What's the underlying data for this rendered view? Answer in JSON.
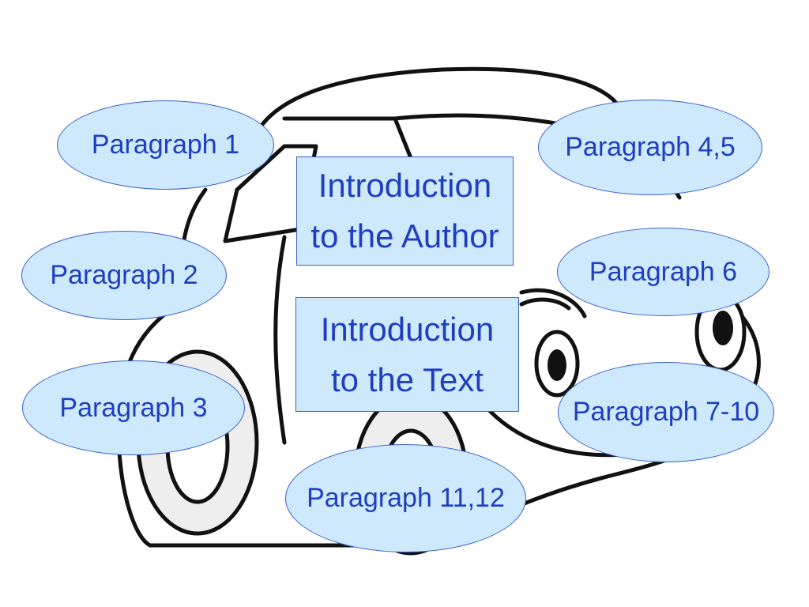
{
  "colors": {
    "node_fill": "#cde9fb",
    "node_border": "#3a5fcd",
    "node_text": "#1f3fbf",
    "drawing_stroke": "#111111"
  },
  "illustration": {
    "icon": "cartoon-car-icon"
  },
  "center_boxes": {
    "author": {
      "line1": "Introduction",
      "line2": "to the Author"
    },
    "text": {
      "line1": "Introduction",
      "line2": "to the Text"
    }
  },
  "nodes": {
    "p1": "Paragraph 1",
    "p2": "Paragraph 2",
    "p3": "Paragraph 3",
    "p45": "Paragraph 4,5",
    "p6": "Paragraph 6",
    "p710": "Paragraph 7-10",
    "p1112": "Paragraph 11,12"
  }
}
